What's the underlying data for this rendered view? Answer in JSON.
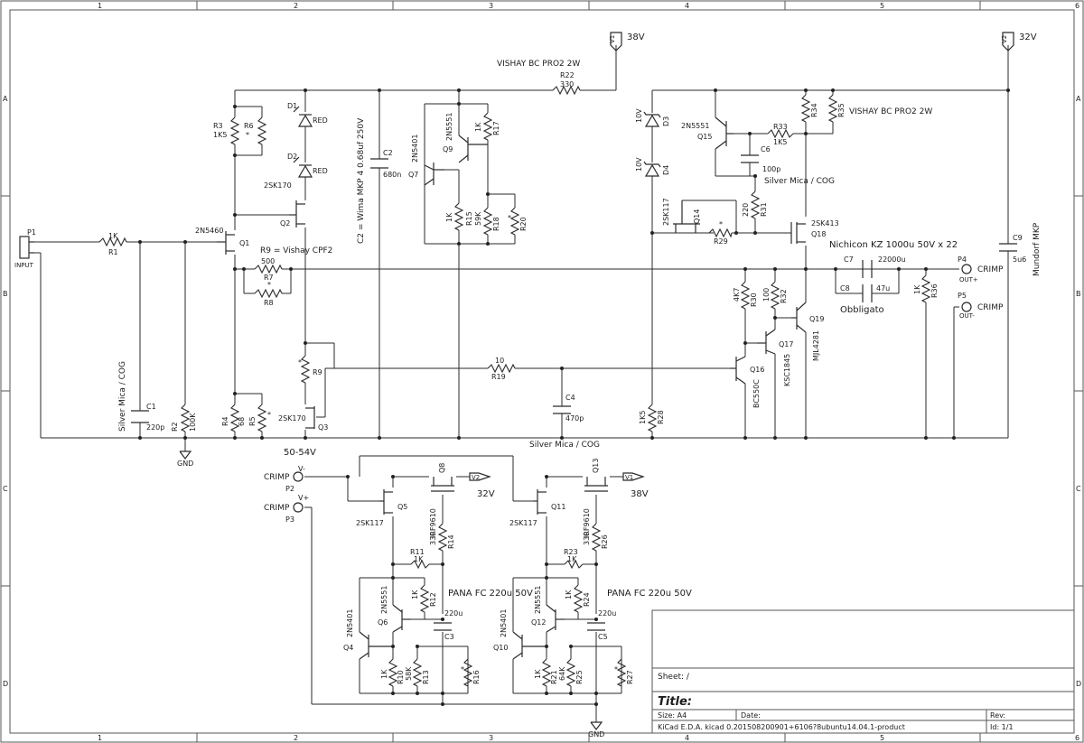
{
  "frame": {
    "columns": [
      "1",
      "2",
      "3",
      "4",
      "5",
      "6"
    ],
    "rows": [
      "A",
      "B",
      "C",
      "D"
    ]
  },
  "rails": {
    "v1_flag": "V1",
    "v1_voltage": "38V",
    "v2_flag": "V2",
    "v2_voltage": "32V"
  },
  "notes": {
    "vishay_top": "VISHAY BC PRO2 2W",
    "vishay_right": "VISHAY BC PRO2 2W",
    "c2_wima": "C2 = Wima MKP 4 0.68uf 250V",
    "r9_vishay": "R9 = Vishay CPF2",
    "silver_mica_c1": "Silver Mica / COG",
    "silver_mica_c6": "Silver Mica / COG",
    "silver_mica_bottom": "Silver Mica / COG",
    "nichicon": "Nichicon KZ 1000u 50V x 22",
    "mundorf": "Mundorf MKP",
    "obbligato": "Obbligato",
    "supply_voltage": "50-54V",
    "pana_left": "PANA FC 220u 50V",
    "pana_right": "PANA FC 220u 50V"
  },
  "parts": {
    "p1": "P1",
    "p1_label": "INPUT",
    "r1": "R1",
    "r1_val": "1K",
    "c1": "C1",
    "c1_val": "220p",
    "r2": "R2",
    "r2_val": "100K",
    "gnd1": "GND",
    "q1": "Q1",
    "q1_type": "2N5460",
    "r3": "R3",
    "r3_val": "1K5",
    "r6": "R6",
    "star": "*",
    "d1": "D1",
    "d1_val": "RED",
    "d2": "D2",
    "d2_val": "RED",
    "q2": "Q2",
    "q2_type": "2SK170",
    "r7": "R7",
    "r7_val": "500",
    "r8": "R8",
    "r9": "R9",
    "q3": "Q3",
    "q3_type": "2SK170",
    "r4": "R4",
    "r4_val": "68",
    "r5": "R5",
    "c2": "C2",
    "c2_val": "680n",
    "q7": "Q7",
    "q7_type": "2N5401",
    "q9": "Q9",
    "q9_type": "2N5551",
    "r15": "R15",
    "r15_val": "1K",
    "r17": "R17",
    "r17_val": "1K",
    "r18": "R18",
    "r18_val": "59K",
    "r20": "R20",
    "r19": "R19",
    "r19_val": "10",
    "c4": "C4",
    "c4_val": "470p",
    "r22": "R22",
    "r22_val": "330",
    "d3": "D3",
    "d3_val": "10V",
    "d4": "D4",
    "d4_val": "10V",
    "q14": "Q14",
    "q14_type": "2SK117",
    "r29": "R29",
    "r28": "R28",
    "r28_val": "1K5",
    "q15": "Q15",
    "q15_type": "2N5551",
    "r33": "R33",
    "r33_val": "1K5",
    "c6": "C6",
    "c6_val": "100p",
    "r31": "R31",
    "r31_val": "220",
    "r34": "R34",
    "r35": "R35",
    "q18": "Q18",
    "q18_type": "2SK413",
    "c7": "C7",
    "c7_val": "22000u",
    "c8": "C8",
    "c8_val": "47u",
    "c9": "C9",
    "c9_val": "5u6",
    "r36": "R36",
    "r36_val": "1K",
    "r30": "R30",
    "r30_val": "4K7",
    "r32": "R32",
    "r32_val": "100",
    "q16": "Q16",
    "q16_type": "BC550C",
    "q17": "Q17",
    "q17_type": "KSC1845",
    "q19": "Q19",
    "q19_type": "MJL4281",
    "p4": "P4",
    "p4_label": "OUT+",
    "p5": "P5",
    "p5_label": "OUT-",
    "crimp": "CRIMP",
    "p2": "P2",
    "p2_pin": "V-",
    "p3": "P3",
    "p3_pin": "V+",
    "q5": "Q5",
    "q5_type": "2SK117",
    "q8": "Q8",
    "q8_type": "IRF9610",
    "r14": "R14",
    "r14_val": "330",
    "r11": "R11",
    "r11_val": "1K",
    "q6": "Q6",
    "q6_type": "2N5551",
    "r12": "R12",
    "r12_val": "1K",
    "q4": "Q4",
    "q4_type": "2N5401",
    "r10": "R10",
    "r10_val": "1K",
    "r13": "R13",
    "r13_val": "58K",
    "r16": "R16",
    "c3": "C3",
    "c3_val": "220u",
    "q11": "Q11",
    "q11_type": "2SK117",
    "q13": "Q13",
    "q13_type": "IRF9610",
    "r26": "R26",
    "r26_val": "330",
    "r23": "R23",
    "r23_val": "1K",
    "q12": "Q12",
    "q12_type": "2N5551",
    "r24": "R24",
    "r24_val": "1K",
    "q10": "Q10",
    "q10_type": "2N5401",
    "r21": "R21",
    "r21_val": "1K",
    "r25": "R25",
    "r25_val": "64K",
    "r27": "R27",
    "c5": "C5",
    "c5_val": "220u",
    "gnd2": "GND"
  },
  "title_block": {
    "sheet": "Sheet: /",
    "title": "Title:",
    "size": "Size: A4",
    "date": "Date:",
    "rev": "Rev:",
    "tool": "KiCad E.D.A.  kicad 0.201508200901+6106?8ubuntu14.04.1-product",
    "id": "Id: 1/1"
  }
}
